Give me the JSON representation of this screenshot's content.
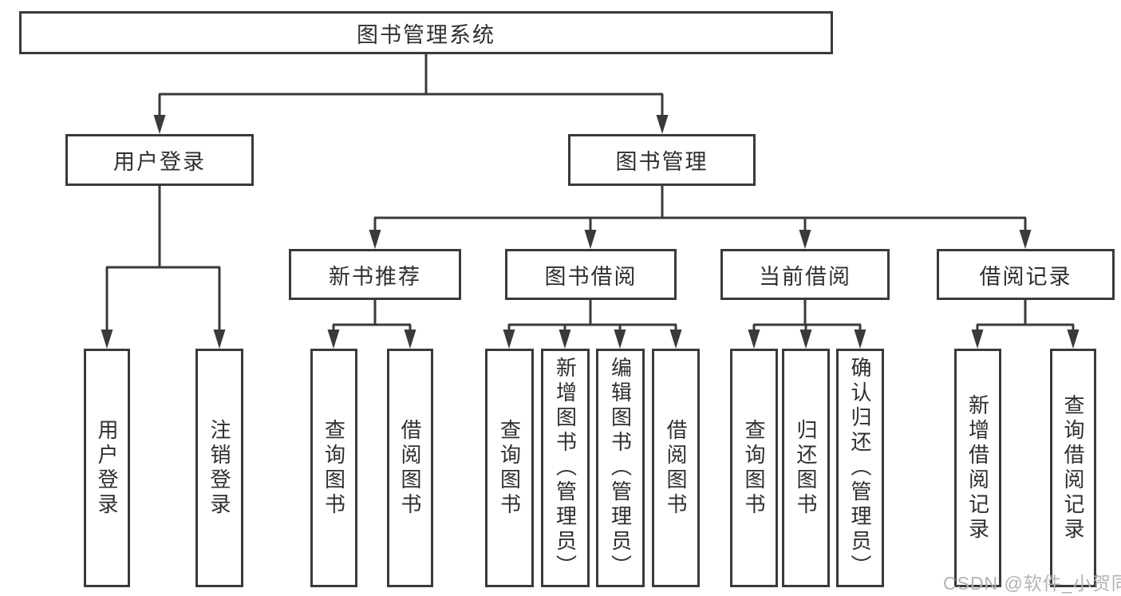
{
  "tree": {
    "label": "图书管理系统",
    "children": [
      {
        "label": "用户登录",
        "children": [
          {
            "label": "用户登录"
          },
          {
            "label": "注销登录"
          }
        ]
      },
      {
        "label": "图书管理",
        "children": [
          {
            "label": "新书推荐",
            "children": [
              {
                "label": "查询图书"
              },
              {
                "label": "借阅图书"
              }
            ]
          },
          {
            "label": "图书借阅",
            "children": [
              {
                "label": "查询图书"
              },
              {
                "label": "新增图书（管理员）"
              },
              {
                "label": "编辑图书（管理员）"
              },
              {
                "label": "借阅图书"
              }
            ]
          },
          {
            "label": "当前借阅",
            "children": [
              {
                "label": "查询图书"
              },
              {
                "label": "归还图书"
              },
              {
                "label": "确认归还（管理员）"
              }
            ]
          },
          {
            "label": "借阅记录",
            "children": [
              {
                "label": "新增借阅记录"
              },
              {
                "label": "查询借阅记录"
              }
            ]
          }
        ]
      }
    ]
  },
  "watermark": "CSDN @软件_小贺同学",
  "colors": {
    "line": "#3a3a3a",
    "text": "#2f2f2f",
    "watermark": "#b3b3b3",
    "background": "#ffffff"
  }
}
